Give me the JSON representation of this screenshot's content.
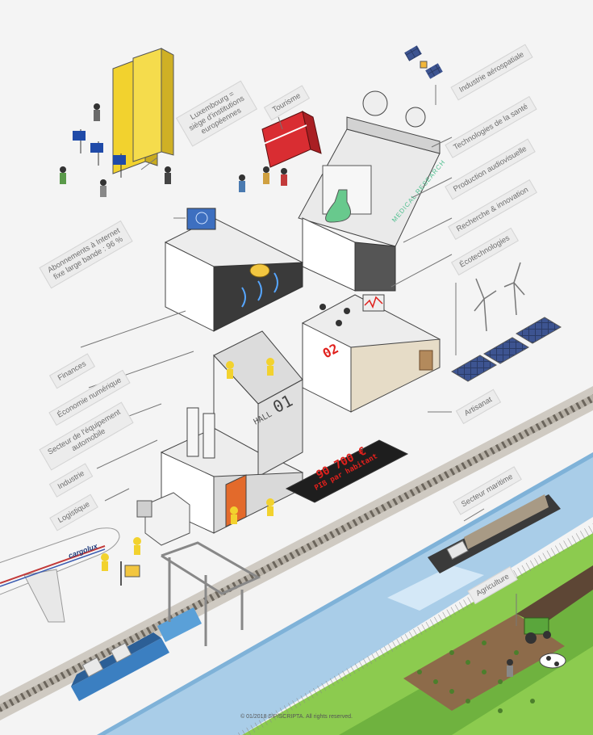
{
  "labels": {
    "aerospace": "Industrie aérospatiale",
    "tourism": "Tourisme",
    "institutions": "Luxembourg =\nsiège d'institutions\neuropéennes",
    "health": "Technologies de la santé",
    "audiovisual": "Production audiovisuelle",
    "research": "Recherche & innovation",
    "ecotech": "Écotechnologies",
    "internet": "Abonnements à Internet\nfixe large bande : 96 %",
    "finance": "Finances",
    "digital": "Économie numérique",
    "automotive": "Secteur de l'équipement\nautomobile",
    "industry": "Industrie",
    "logistics": "Logistique",
    "crafts": "Artisanat",
    "maritime": "Secteur maritime",
    "agriculture": "Agriculture"
  },
  "signs": {
    "medical": "MEDICAL RESEARCH",
    "hall_prefix": "HALL",
    "hall_number": "01",
    "lab_number": "02",
    "gdp_value": "90 700 €",
    "gdp_caption": "PIB par habitant",
    "airline": "cargolux"
  },
  "footer": {
    "copyright": "© 01/2018 SIP/SCRIPTA. All rights reserved."
  },
  "colors": {
    "accent_yellow": "#f2d22e",
    "bus_red": "#d92d32",
    "gdp_red": "#e0201c",
    "grass_green": "#7ac143",
    "water_blue": "#a9cde8",
    "medical_green": "#4fbf8f"
  }
}
